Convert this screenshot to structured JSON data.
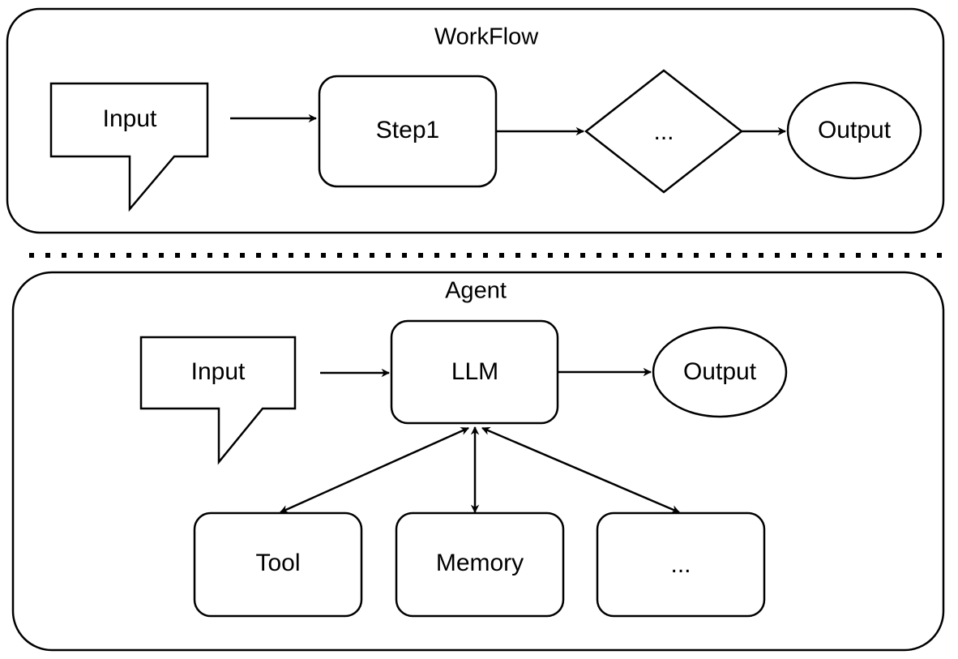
{
  "workflow": {
    "title": "WorkFlow",
    "input_label": "Input",
    "step_label": "Step1",
    "decision_label": "...",
    "output_label": "Output"
  },
  "agent": {
    "title": "Agent",
    "input_label": "Input",
    "llm_label": "LLM",
    "output_label": "Output",
    "tool_label": "Tool",
    "memory_label": "Memory",
    "other_label": "..."
  },
  "colors": {
    "stroke": "#000000",
    "fill": "#ffffff"
  }
}
